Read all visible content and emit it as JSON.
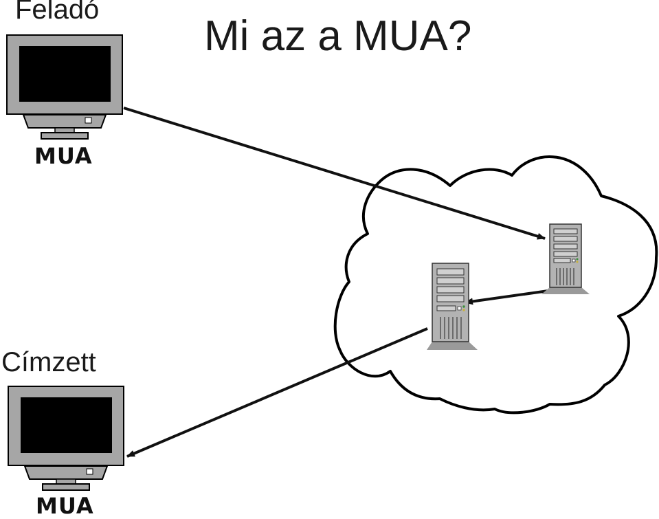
{
  "title": "Mi az a MUA?",
  "sender": {
    "label": "Feladó",
    "client_label": "MUA"
  },
  "recipient": {
    "label": "Címzett",
    "client_label": "MUA"
  },
  "colors": {
    "line": "#111111",
    "monitor_frame": "#a6a6a6",
    "screen": "#000000",
    "server_body": "#b3b3b3"
  },
  "icons": {
    "client": "computer-monitor-icon",
    "server": "server-tower-icon",
    "network": "cloud-icon"
  }
}
